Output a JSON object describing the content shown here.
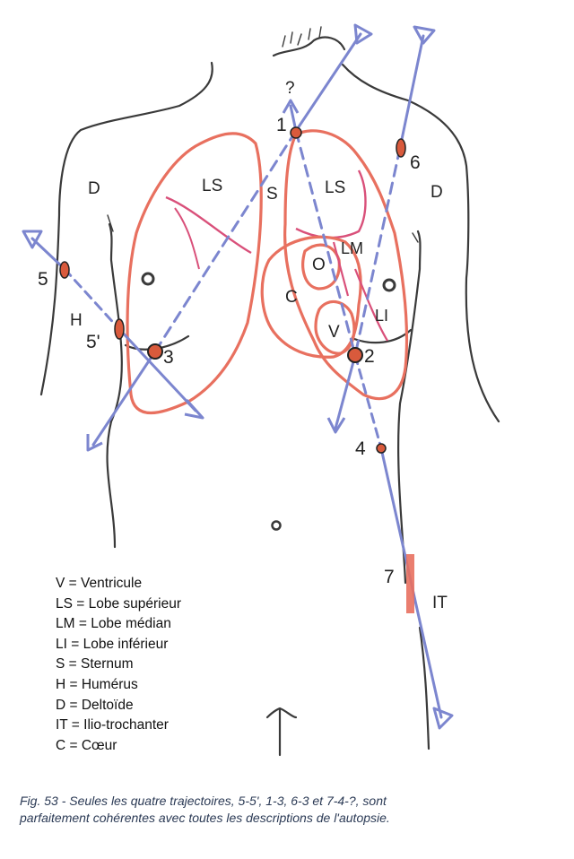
{
  "labels": {
    "deltoid_left": "D",
    "deltoid_right": "D",
    "lobe_sup_left": "LS",
    "lobe_sup_right": "LS",
    "sternum": "S",
    "lobe_median": "LM",
    "oreillette": "O",
    "coeur": "C",
    "lobe_inferieur": "LI",
    "ventricule": "V",
    "humerus": "H",
    "ilio_trochanter": "IT",
    "question": "?"
  },
  "points": {
    "p1": "1",
    "p2": "2",
    "p3": "3",
    "p4": "4",
    "p5": "5",
    "p5p": "5'",
    "p6": "6",
    "p7": "7"
  },
  "legend": [
    "V = Ventricule",
    "LS = Lobe supérieur",
    "LM = Lobe médian",
    "LI = Lobe inférieur",
    "S = Sternum",
    "H = Humérus",
    "D = Deltoïde",
    "IT = Ilio-trochanter",
    "C = Cœur"
  ],
  "caption": {
    "line1": "Fig. 53 - Seules les quatre trajectoires, 5-5', 1-3, 6-3 et 7-4-?, sont",
    "line2": "parfaitement cohérentes avec toutes les descriptions de l'autopsie."
  },
  "colors": {
    "organ": "#e8705f",
    "organ_inner": "#d9507a",
    "trajectory": "#7c86cf",
    "wound": "#d95a3c",
    "outline": "#3a3a3a"
  }
}
